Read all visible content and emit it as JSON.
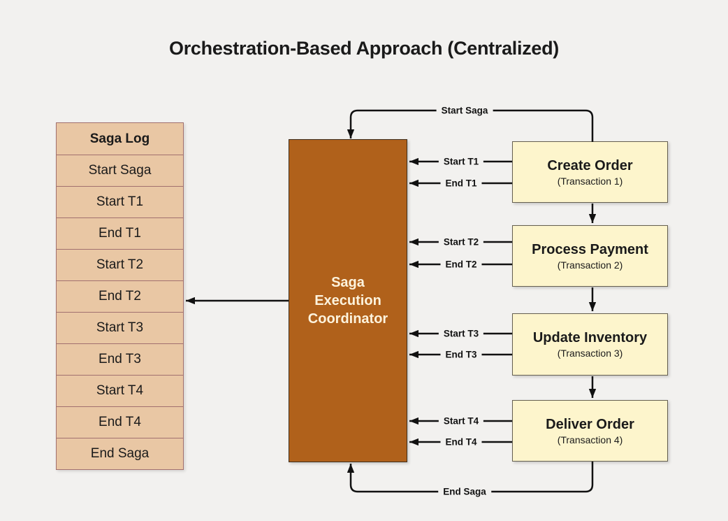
{
  "title": "Orchestration-Based Approach (Centralized)",
  "colors": {
    "background": "#f2f1ef",
    "saga_log_fill": "#e9c7a4",
    "saga_log_border": "#a1706f",
    "coordinator_fill": "#b0611b",
    "coordinator_text": "#fdf3dd",
    "service_fill": "#fdf5cc",
    "service_border": "#666050",
    "arrow": "#111111"
  },
  "saga_log": {
    "header": "Saga Log",
    "rows": [
      "Start Saga",
      "Start T1",
      "End T1",
      "Start T2",
      "End T2",
      "Start T3",
      "End T3",
      "Start T4",
      "End T4",
      "End Saga"
    ]
  },
  "coordinator": {
    "label": "Saga Execution Coordinator"
  },
  "services": [
    {
      "name": "Create Order",
      "subtitle": "(Transaction 1)"
    },
    {
      "name": "Process Payment",
      "subtitle": "(Transaction 2)"
    },
    {
      "name": "Update Inventory",
      "subtitle": "(Transaction 3)"
    },
    {
      "name": "Deliver Order",
      "subtitle": "(Transaction 4)"
    }
  ],
  "messages": {
    "start_saga": "Start Saga",
    "end_saga": "End Saga",
    "pairs": [
      {
        "start": "Start T1",
        "end": "End T1"
      },
      {
        "start": "Start T2",
        "end": "End T2"
      },
      {
        "start": "Start T3",
        "end": "End T3"
      },
      {
        "start": "Start T4",
        "end": "End T4"
      }
    ]
  }
}
